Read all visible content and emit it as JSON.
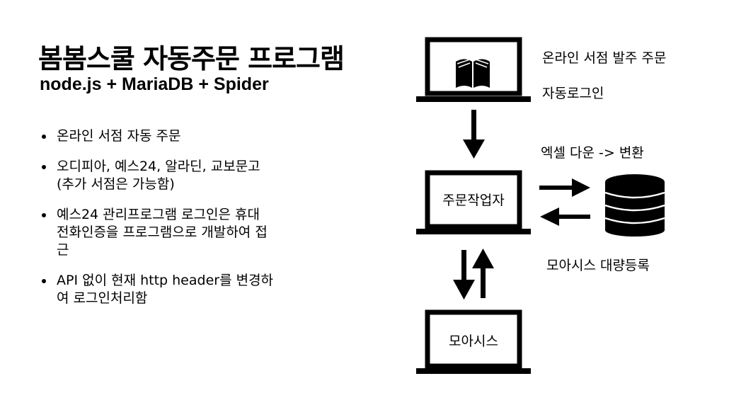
{
  "title": "봄봄스쿨 자동주문 프로그램",
  "subtitle": "node.js + MariaDB + Spider",
  "bullets": [
    "온라인 서점 자동 주문",
    "오디피아, 예스24, 알라딘, 교보문고 (추가 서점은 가능함)",
    "예스24 관리프로그램 로그인은 휴대 전화인증을 프로그램으로 개발하여 접근",
    "API 없이 현재 http header를 변경하여 로그인처리함"
  ],
  "bullet_lines": [
    [
      "온라인 서점 자동 주문"
    ],
    [
      "오디피아, 예스24, 알라딘, 교보문고",
      "(추가 서점은 가능함)"
    ],
    [
      "예스24 관리프로그램 로그인은 휴대",
      "전화인증을 프로그램으로 개발하여 접",
      "근"
    ],
    [
      "API 없이 현재 http header를 변경하",
      "여 로그인처리함"
    ]
  ],
  "diagram": {
    "nodes": {
      "bookstore": {
        "label": "",
        "icon": "book-icon"
      },
      "worker": {
        "label": "주문작업자"
      },
      "database": {
        "label": "",
        "icon": "database-icon"
      },
      "moasis": {
        "label": "모아시스"
      }
    },
    "labels": {
      "online_order": "온라인 서점 발주 주문",
      "auto_login": "자동로그인",
      "excel": "엑셀 다운 -> 변환",
      "bulk_register": "모아시스 대량등록"
    }
  },
  "colors": {
    "background": "#ffffff",
    "foreground": "#000000"
  }
}
